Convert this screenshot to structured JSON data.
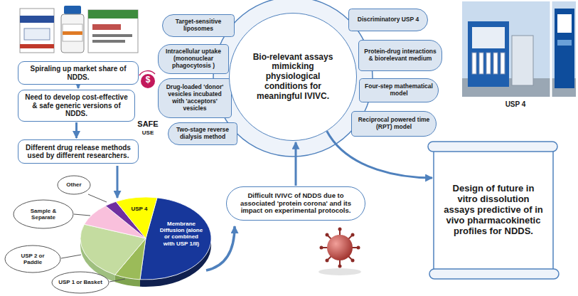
{
  "diagram": {
    "nodes": [
      {
        "text": [
          "Spiraling up market share of NDDS."
        ]
      },
      {
        "text": [
          "Need to develop cost-effective & safe generic versions of NDDS."
        ]
      },
      {
        "text": [
          "Different drug release methods used by different researchers."
        ]
      },
      {
        "text": [
          "Other"
        ]
      },
      {
        "text": [
          "Sample & Separate"
        ]
      },
      {
        "text": [
          "USP 2 or Paddle"
        ]
      },
      {
        "text": [
          "USP 1 or Basket"
        ]
      },
      {
        "text": [
          "Target-sensitive liposomes"
        ]
      },
      {
        "text": [
          "Intracellular uptake (mononuclear phagocytosis )"
        ]
      },
      {
        "text": [
          "Drug-loaded 'donor' vesicles incubated with 'acceptors' vesicles"
        ]
      },
      {
        "text": [
          "Two-stage reverse dialysis method"
        ]
      },
      {
        "text": [
          "Bio-relevant assays mimicking physiological conditions for meaningful IVIVC."
        ]
      },
      {
        "text": [
          "Discriminatory USP 4"
        ]
      },
      {
        "text": [
          "Protein-drug interactions & biorelevant medium"
        ]
      },
      {
        "text": [
          "Four-step mathematical model"
        ]
      },
      {
        "text": [
          "Reciprocal powered time (RPT) model"
        ]
      },
      {
        "text": [
          "Difficult IVIVC of NDDS due to associated 'protein corona' and its impact on experimental protocols."
        ]
      },
      {
        "text": [
          "Design of future in vitro dissolution assays predictive of in vivo pharmacokinetic profiles for NDDS."
        ]
      }
    ],
    "edges": [
      {
        "from": 0,
        "to": 1,
        "arrow": "to"
      },
      {
        "from": 1,
        "to": 2,
        "arrow": "to"
      },
      {
        "from": 16,
        "to": 11,
        "arrow": "to"
      },
      {
        "from": 11,
        "to": 17,
        "arrow": "to"
      }
    ],
    "labels": [
      "USP 4",
      "$",
      "SAFE",
      "USE",
      "USP 4",
      "Membrane Diffusion (alone or combined with USP 1/II)"
    ]
  }
}
